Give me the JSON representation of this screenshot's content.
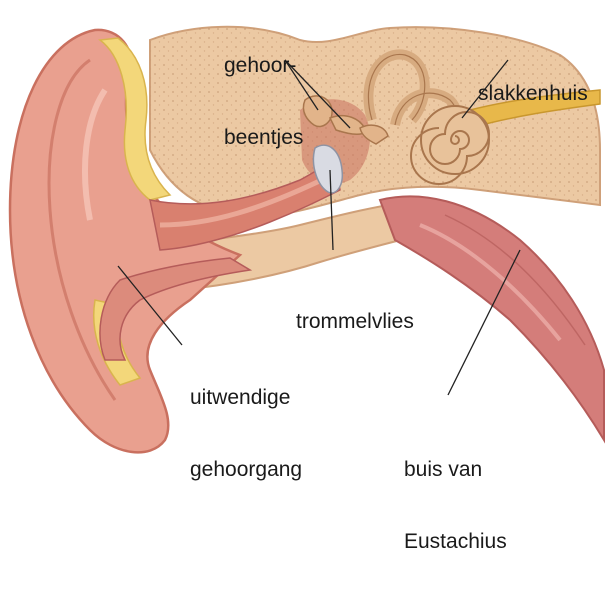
{
  "labels": {
    "ossicles": [
      "gehoor-",
      "beentjes"
    ],
    "cochlea": "slakkenhuis",
    "eardrum": "trommelvlies",
    "ear_canal": [
      "uitwendige",
      "gehoorgang"
    ],
    "eustachian_tube": [
      "buis van",
      "Eustachius"
    ]
  },
  "colors": {
    "skin": "#e9a08f",
    "skin_dark": "#c9705f",
    "bone": "#ecc9a3",
    "bone_dark": "#cfa079",
    "fat": "#f3d77a",
    "tissue": "#d9806f",
    "tube": "#d47d7a",
    "nerve": "#e8b84a",
    "eardrum": "#d9dbe3",
    "leader": "#222222"
  }
}
